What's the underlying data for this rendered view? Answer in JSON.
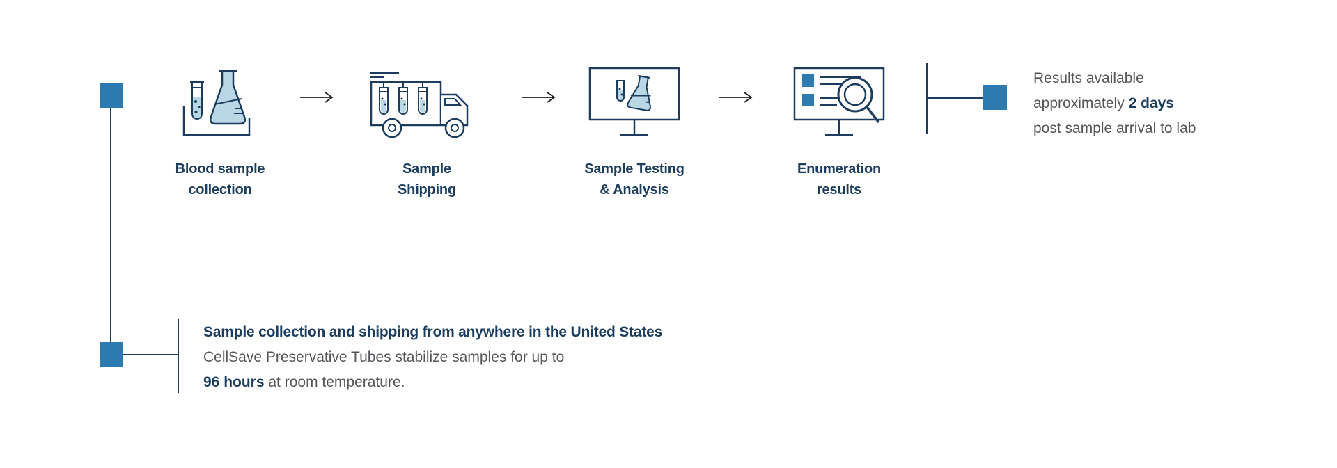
{
  "colors": {
    "accent_blue": "#2c7ab0",
    "navy": "#1c3d5e",
    "body_gray": "#54565a",
    "icon_fill": "#b9d7e4"
  },
  "steps": [
    {
      "line1": "Blood sample",
      "line2": "collection",
      "icon": "flask-and-test-tube-icon"
    },
    {
      "line1": "Sample",
      "line2": "Shipping",
      "icon": "shipping-truck-icon"
    },
    {
      "line1": "Sample Testing",
      "line2": "& Analysis",
      "icon": "monitor-flask-icon"
    },
    {
      "line1": "Enumeration",
      "line2": "results",
      "icon": "monitor-magnifier-icon"
    }
  ],
  "results_note": {
    "line1": "Results available",
    "line2_regular": "approximately ",
    "line2_bold": "2 days",
    "line3": "post sample arrival to lab"
  },
  "shipping_note": {
    "title": "Sample collection and shipping from anywhere in the United States",
    "line2": "CellSave Preservative Tubes stabilize samples for up to",
    "line3_bold": "96 hours",
    "line3_regular": " at room temperature."
  }
}
